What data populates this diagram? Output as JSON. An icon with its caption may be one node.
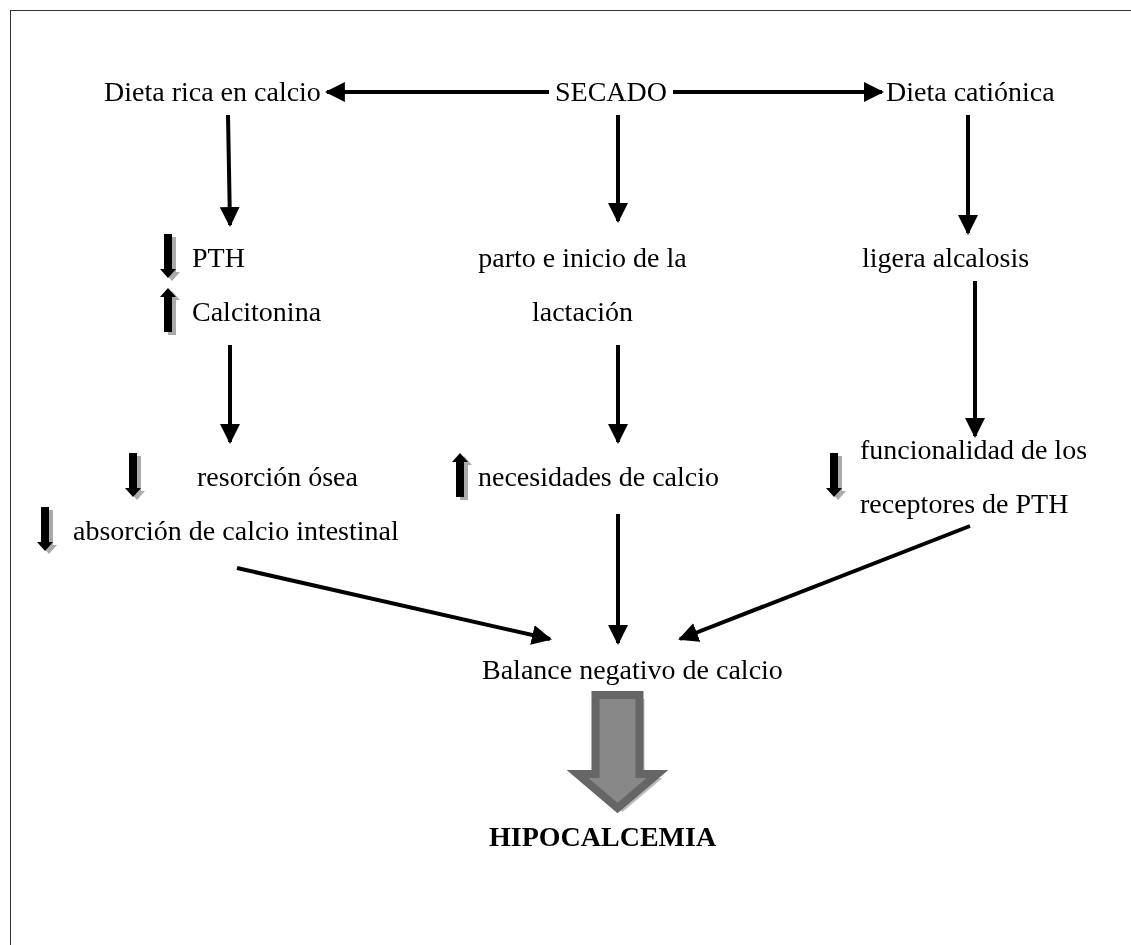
{
  "diagram": {
    "nodes": [
      {
        "text": [
          "SECADO"
        ]
      },
      {
        "text": [
          "Dieta rica en calcio"
        ]
      },
      {
        "text": [
          "Dieta catiónica"
        ]
      },
      {
        "text": [
          "PTH",
          "Calcitonina"
        ]
      },
      {
        "text": [
          "parto e inicio de la lactación"
        ]
      },
      {
        "text": [
          "ligera alcalosis"
        ]
      },
      {
        "text": [
          "resorción ósea",
          "absorción de calcio intestinal"
        ]
      },
      {
        "text": [
          "necesidades de calcio"
        ]
      },
      {
        "text": [
          "funcionalidad de los receptores de PTH"
        ]
      },
      {
        "text": [
          "Balance negativo de calcio"
        ]
      },
      {
        "text": [
          "HIPOCALCEMIA"
        ]
      }
    ],
    "edges": [
      {
        "from": 0,
        "to": 1,
        "arrow": "to"
      },
      {
        "from": 0,
        "to": 2,
        "arrow": "to"
      },
      {
        "from": 1,
        "to": 3,
        "arrow": "to"
      },
      {
        "from": 0,
        "to": 4,
        "arrow": "to"
      },
      {
        "from": 2,
        "to": 5,
        "arrow": "to"
      },
      {
        "from": 3,
        "to": 6,
        "arrow": "to"
      },
      {
        "from": 4,
        "to": 7,
        "arrow": "to"
      },
      {
        "from": 5,
        "to": 8,
        "arrow": "to"
      },
      {
        "from": 6,
        "to": 9,
        "arrow": "to"
      },
      {
        "from": 7,
        "to": 9,
        "arrow": "to"
      },
      {
        "from": 8,
        "to": 9,
        "arrow": "to"
      },
      {
        "from": 9,
        "to": 10,
        "arrow": "to",
        "style": "thick",
        "color": "#666666"
      }
    ]
  }
}
